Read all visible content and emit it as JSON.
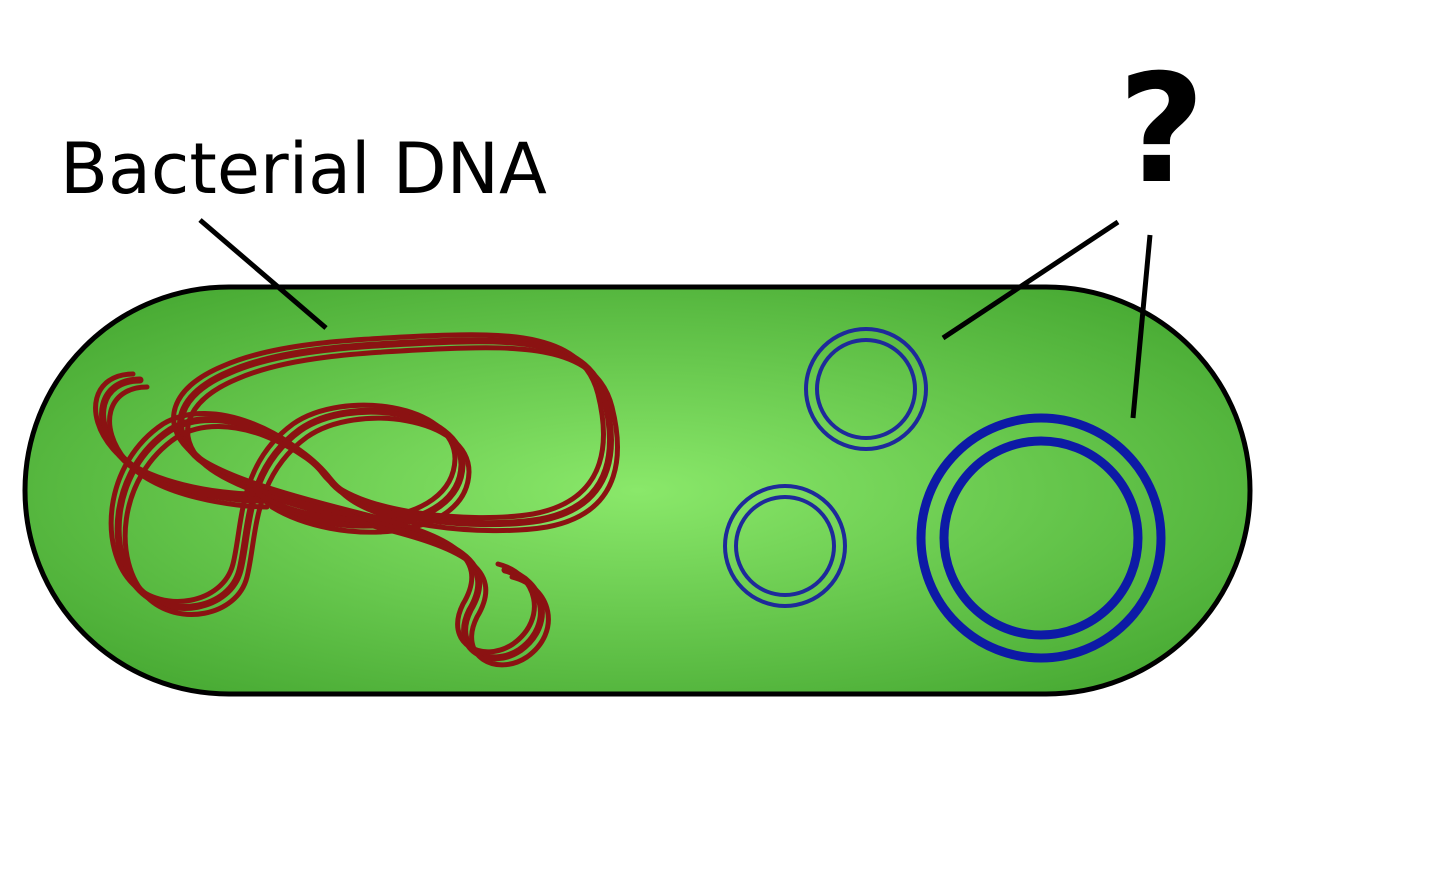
{
  "labels": {
    "bacterial_dna": "Bacterial DNA",
    "question_mark": "?"
  },
  "colors": {
    "cell_fill_center": "#8ae86a",
    "cell_fill_edge": "#4aac35",
    "cell_outline": "#000000",
    "chromosome": "#8b1212",
    "plasmid": "#1e2a9a",
    "plasmid_large": "#0d1aa6",
    "leader_line": "#000000",
    "background": "#ffffff"
  },
  "parts": {
    "cell": "rod-shaped-bacterium",
    "chromosome": "looped-chromosome",
    "plasmids": [
      "plasmid",
      "plasmid",
      "plasmid"
    ]
  }
}
